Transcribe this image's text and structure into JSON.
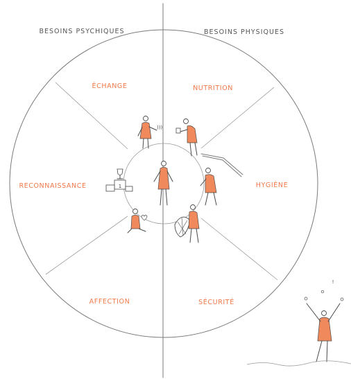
{
  "headers": {
    "left": "BESOINS PSYCHIQUES",
    "right": "BESOINS PHYSIQUES"
  },
  "segments": {
    "echange": "ÉCHANGE",
    "nutrition": "NUTRITION",
    "hygiene": "HYGIÈNE",
    "securite": "SÉCURITÉ",
    "affection": "AFFECTION",
    "reconnaissance": "RECONNAISSANCE"
  },
  "podium_number": "1",
  "exclamation": "!",
  "colors": {
    "accent": "#f07848",
    "figure": "#f08a5d",
    "line": "#7a7a7a",
    "header_text": "#555555"
  }
}
